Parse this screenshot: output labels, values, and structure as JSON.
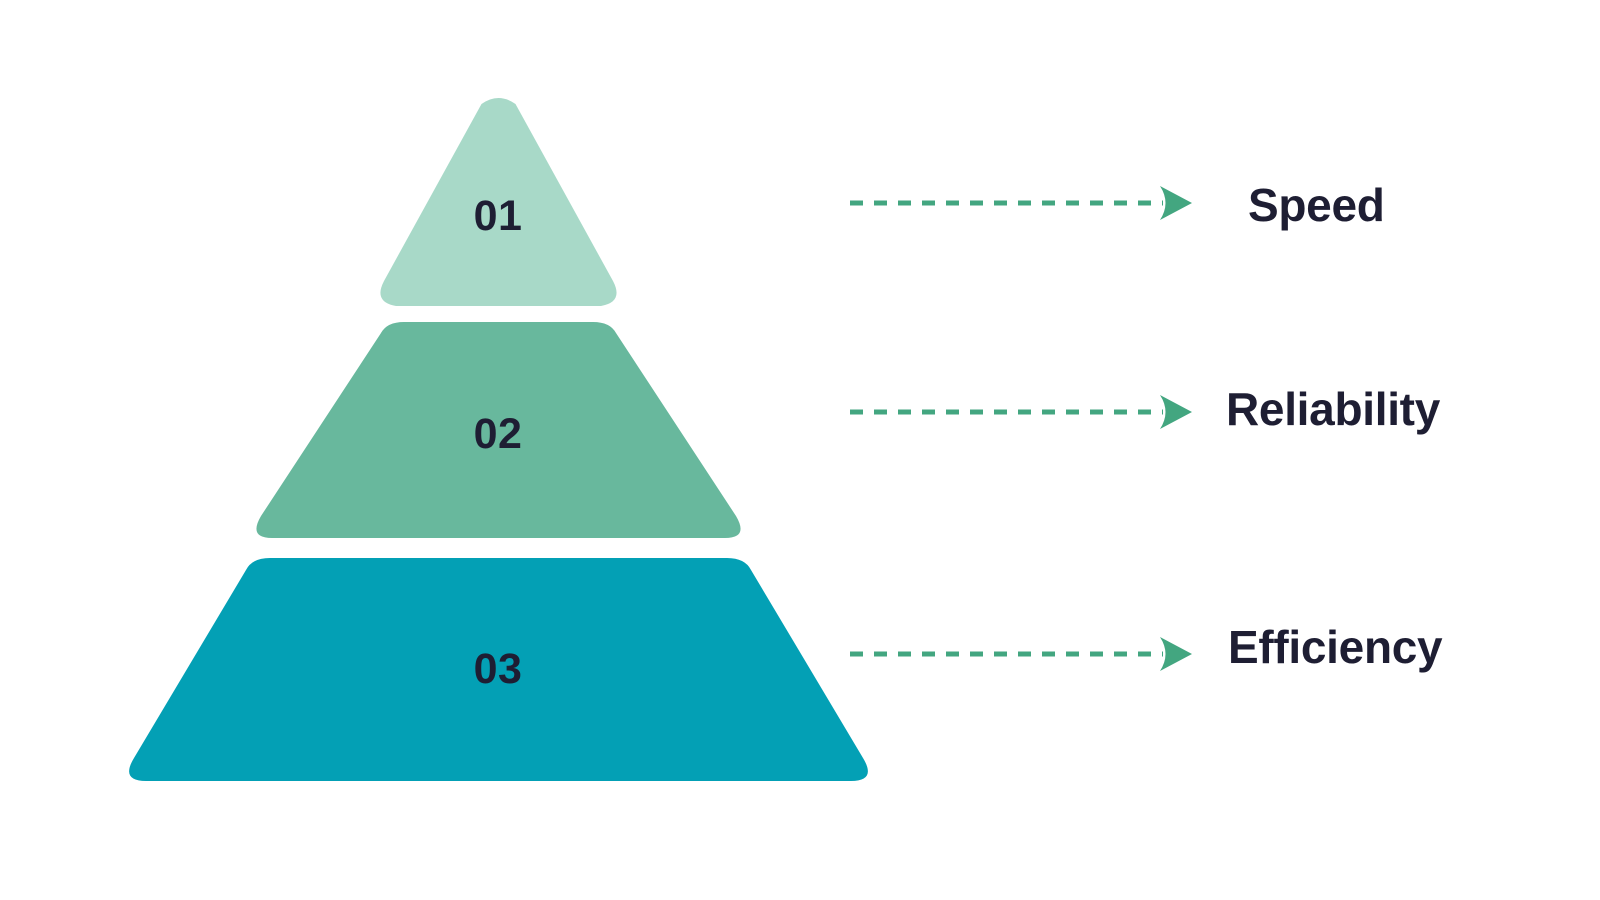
{
  "diagram": {
    "type": "pyramid",
    "title": "",
    "background_color": "#ffffff",
    "text_color": "#1e1e33",
    "connector_color": "#43a680",
    "tiers": [
      {
        "number": "01",
        "label": "Speed",
        "color": "#a8d9c8",
        "level": 1,
        "shape": "triangle"
      },
      {
        "number": "02",
        "label": "Reliability",
        "color": "#68b89d",
        "level": 2,
        "shape": "trapezoid"
      },
      {
        "number": "03",
        "label": "Efficiency",
        "color": "#03a0b5",
        "level": 3,
        "shape": "trapezoid"
      }
    ],
    "connectors": [
      {
        "style": "dashed-arrow",
        "target": "Speed"
      },
      {
        "style": "dashed-arrow",
        "target": "Reliability"
      },
      {
        "style": "dashed-arrow",
        "target": "Efficiency"
      }
    ]
  }
}
